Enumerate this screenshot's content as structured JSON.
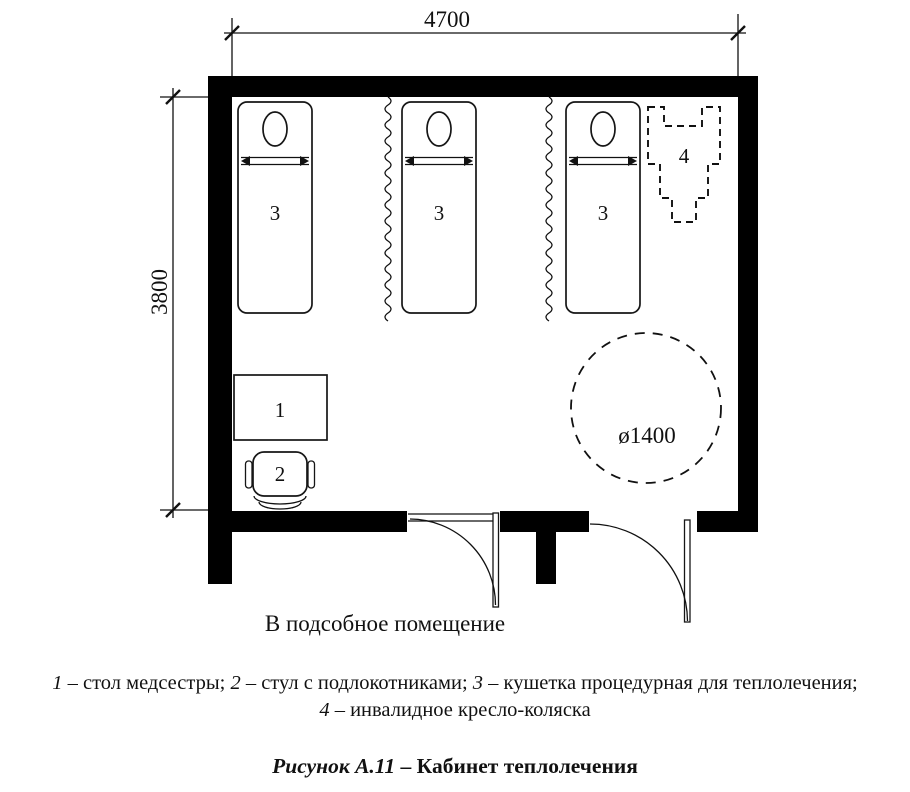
{
  "colors": {
    "ink": "#111111",
    "wall": "#000000",
    "background": "#ffffff"
  },
  "dimensions": {
    "width_label": "4700",
    "height_label": "3800",
    "circle_label": "ø1400"
  },
  "plan_labels": {
    "table": "1",
    "chair": "2",
    "couch": "3",
    "wheelchair": "4"
  },
  "door_note": "В подсобное помещение",
  "legend": {
    "items": [
      {
        "num": "1",
        "text": " – стол медсестры; "
      },
      {
        "num": "2",
        "text": " – стул с подлокотниками; "
      },
      {
        "num": "3",
        "text": " – кушетка процедурная для теплолечения;"
      },
      {
        "num": "4",
        "text": " – инвалидное кресло-коляска"
      }
    ]
  },
  "caption": {
    "label": "Рисунок А.11",
    "sep": " – ",
    "title": "Кабинет теплолечения"
  }
}
